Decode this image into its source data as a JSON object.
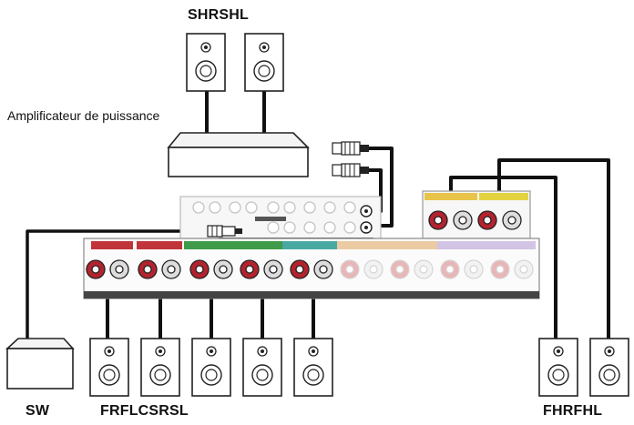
{
  "labels": {
    "top_speakers": "SHRSHL",
    "amplifier": "Amplificateur de puissance",
    "subwoofer": "SW",
    "front_speakers": "FRFLCSRSL",
    "height_speakers": "FHRFHL"
  },
  "colors": {
    "cable": "#111111",
    "terminal_red": "#b3232e",
    "terminal_silver": "#cfcfcf",
    "strip_red": "#c0343a",
    "strip_green": "#3f9a4a",
    "strip_teal": "#4aa8a3",
    "strip_orange": "#e0a25a",
    "strip_purple": "#b7a0d6",
    "strip_yellow": "#e4d341"
  },
  "icons": [
    "speaker-icon",
    "subwoofer-icon",
    "amplifier-icon",
    "rca-plug-icon",
    "speaker-terminal-icon"
  ]
}
